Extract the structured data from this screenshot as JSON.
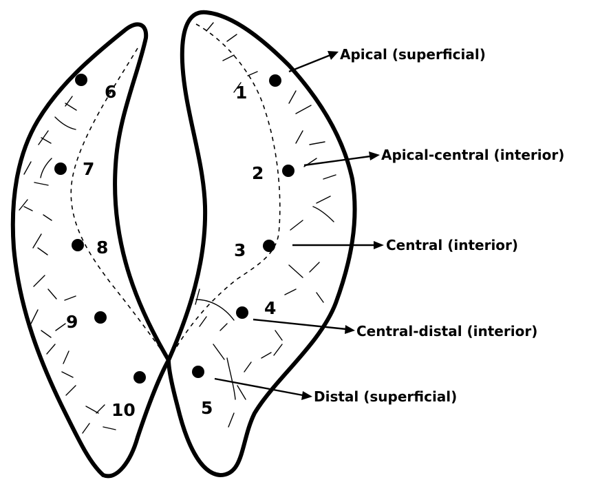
{
  "sample_points": [
    {
      "number": "1"
    },
    {
      "number": "2"
    },
    {
      "number": "3"
    },
    {
      "number": "4"
    },
    {
      "number": "5"
    },
    {
      "number": "6"
    },
    {
      "number": "7"
    },
    {
      "number": "8"
    },
    {
      "number": "9"
    },
    {
      "number": "10"
    }
  ],
  "labels": {
    "apical": "Apical (superficial)",
    "apical_central": "Apical-central (interior)",
    "central": "Central (interior)",
    "central_distal": "Central-distal (interior)",
    "distal": "Distal (superficial)"
  }
}
